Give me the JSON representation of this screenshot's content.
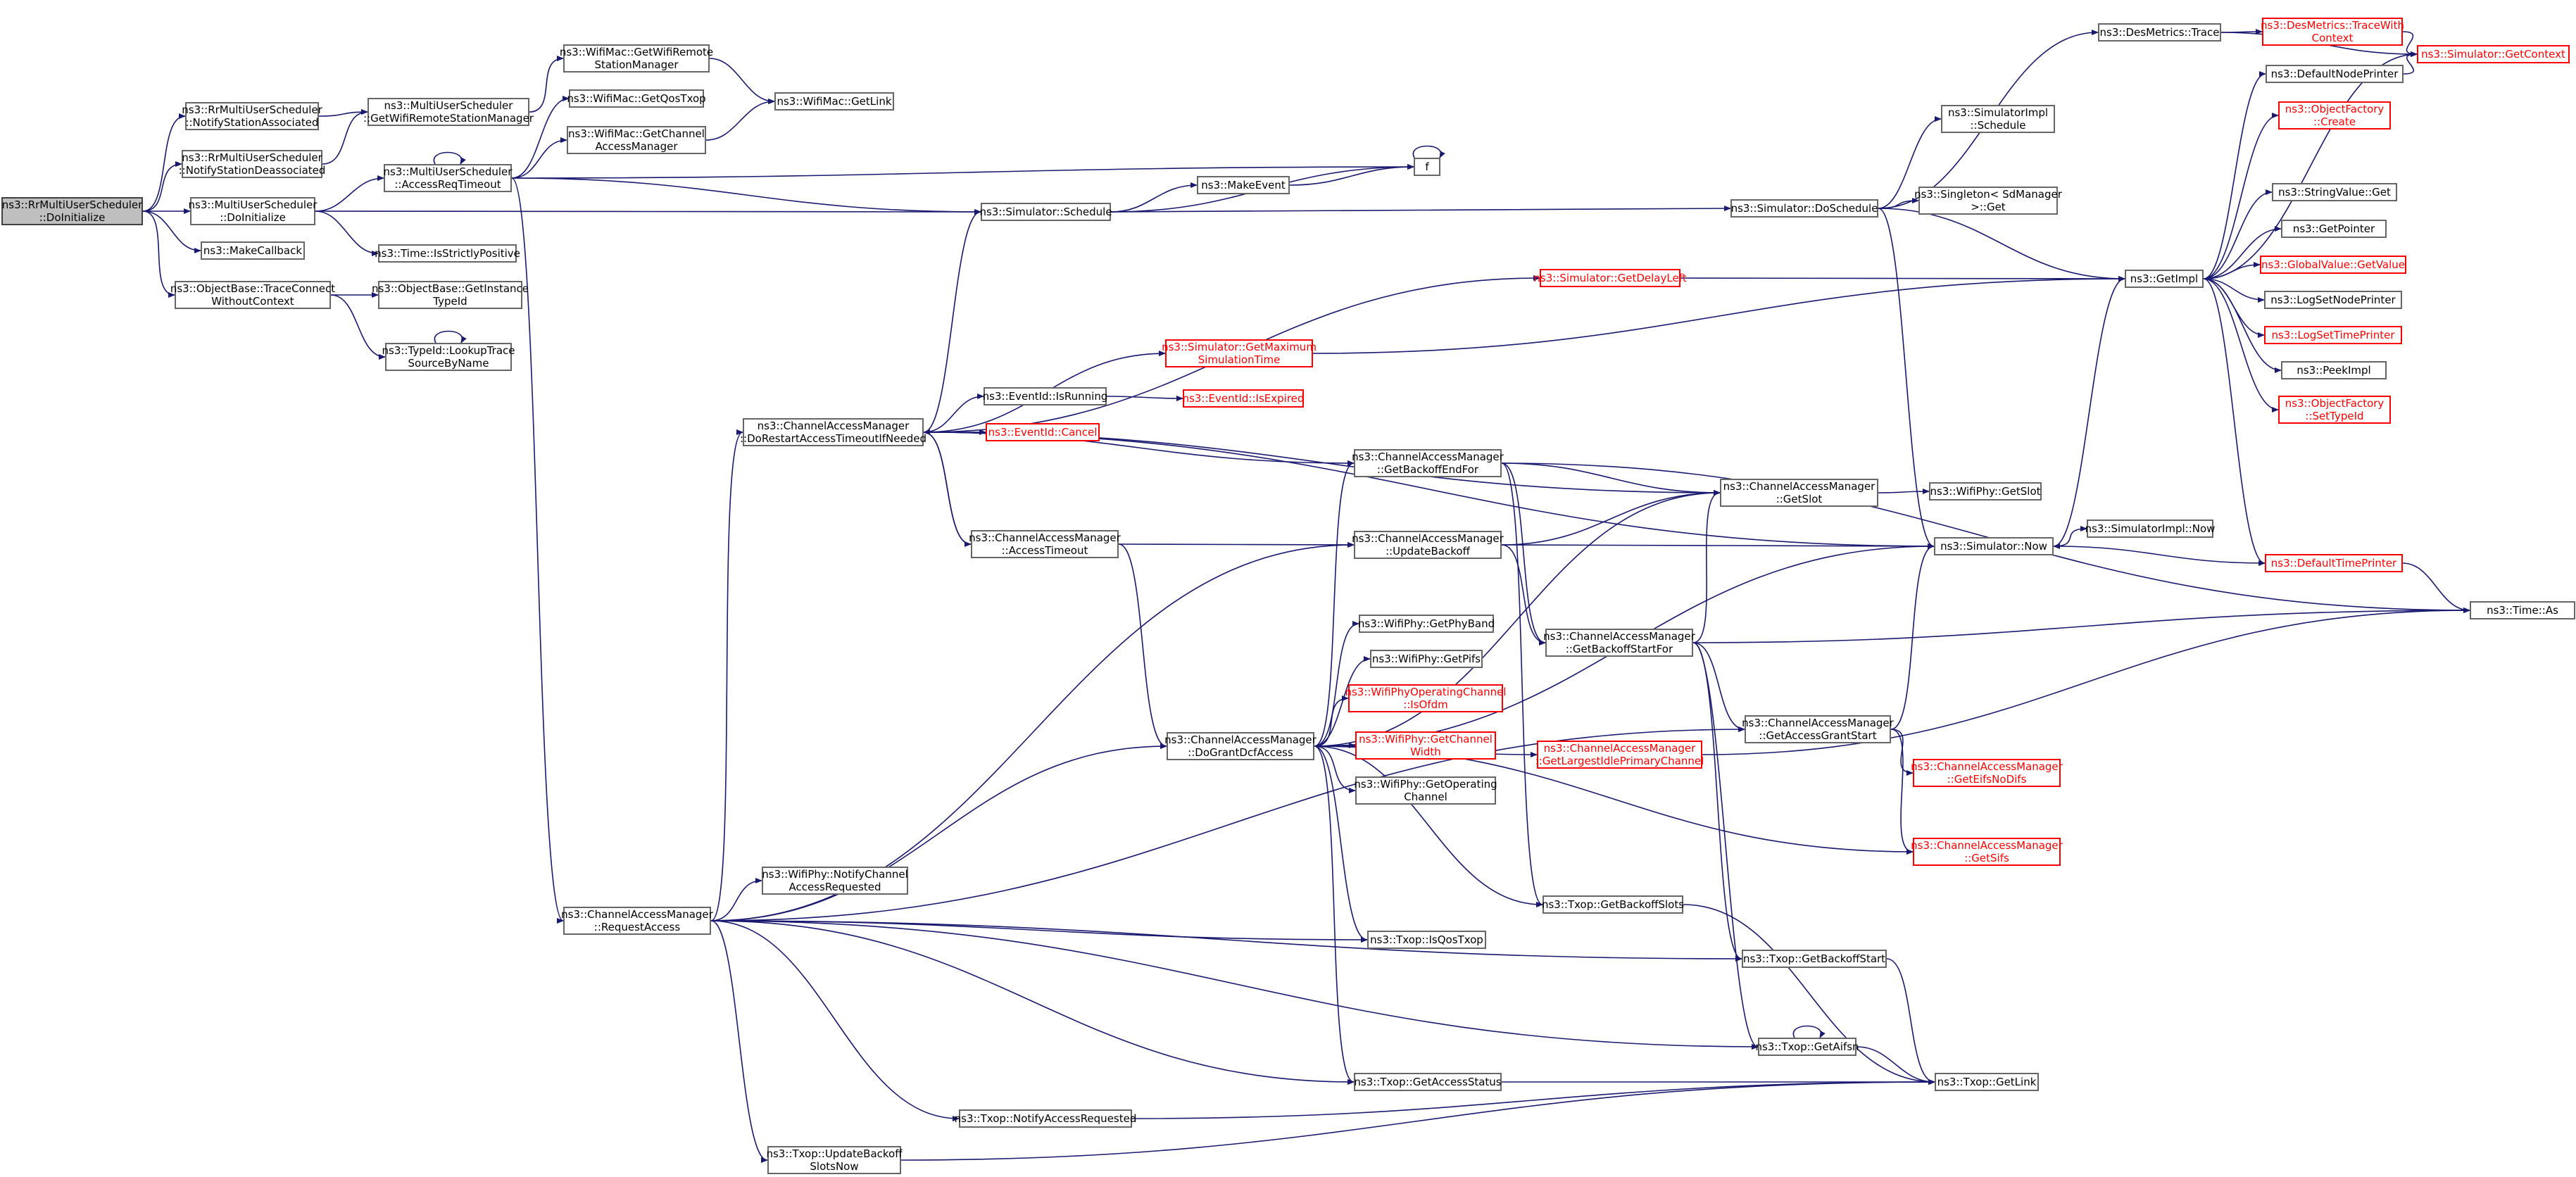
{
  "colors": {
    "edge": "#191970",
    "node_border": "#666666",
    "missing_border": "#ff0000",
    "root_fill": "#bfbfbf"
  },
  "nodes": {
    "root": {
      "lines": [
        "ns3::RrMultiUserScheduler",
        "::DoInitialize"
      ],
      "root": true
    },
    "rr_notify_assoc": {
      "lines": [
        "ns3::RrMultiUserScheduler",
        "::NotifyStationAssociated"
      ]
    },
    "rr_notify_deassoc": {
      "lines": [
        "ns3::RrMultiUserScheduler",
        "::NotifyStationDeassociated"
      ]
    },
    "mu_doinit": {
      "lines": [
        "ns3::MultiUserScheduler",
        "::DoInitialize"
      ]
    },
    "make_callback": {
      "lines": [
        "ns3::MakeCallback"
      ]
    },
    "trace_connect": {
      "lines": [
        "ns3::ObjectBase::TraceConnect",
        "WithoutContext"
      ]
    },
    "mu_getwifiremote": {
      "lines": [
        "ns3::MultiUserScheduler",
        "::GetWifiRemoteStationManager"
      ]
    },
    "mu_accessreqtimeout": {
      "lines": [
        "ns3::MultiUserScheduler",
        "::AccessReqTimeout"
      ]
    },
    "time_strictlypos": {
      "lines": [
        "ns3::Time::IsStrictlyPositive"
      ]
    },
    "objbase_getinstance": {
      "lines": [
        "ns3::ObjectBase::GetInstance",
        "TypeId"
      ]
    },
    "typeid_lookup": {
      "lines": [
        "ns3::TypeId::LookupTrace",
        "SourceByName"
      ]
    },
    "wifimac_getremote": {
      "lines": [
        "ns3::WifiMac::GetWifiRemote",
        "StationManager"
      ]
    },
    "wifimac_getqos": {
      "lines": [
        "ns3::WifiMac::GetQosTxop"
      ]
    },
    "wifimac_getchannel": {
      "lines": [
        "ns3::WifiMac::GetChannel",
        "AccessManager"
      ]
    },
    "wifimac_getlink": {
      "lines": [
        "ns3::WifiMac::GetLink"
      ]
    },
    "sim_schedule": {
      "lines": [
        "ns3::Simulator::Schedule"
      ]
    },
    "make_event": {
      "lines": [
        "ns3::MakeEvent"
      ]
    },
    "f": {
      "lines": [
        "f"
      ]
    },
    "cam_request": {
      "lines": [
        "ns3::ChannelAccessManager",
        "::RequestAccess"
      ]
    },
    "cam_dorestart": {
      "lines": [
        "ns3::ChannelAccessManager",
        "::DoRestartAccessTimeoutIfNeeded"
      ]
    },
    "cam_accesstimeout": {
      "lines": [
        "ns3::ChannelAccessManager",
        "::AccessTimeout"
      ]
    },
    "wifiphy_notify": {
      "lines": [
        "ns3::WifiPhy::NotifyChannel",
        "AccessRequested"
      ]
    },
    "txop_notify": {
      "lines": [
        "ns3::Txop::NotifyAccessRequested"
      ]
    },
    "txop_update": {
      "lines": [
        "ns3::Txop::UpdateBackoff",
        "SlotsNow"
      ]
    },
    "eventid_running": {
      "lines": [
        "ns3::EventId::IsRunning"
      ]
    },
    "eventid_cancel": {
      "lines": [
        "ns3::EventId::Cancel"
      ],
      "red": true
    },
    "eventid_expired": {
      "lines": [
        "ns3::EventId::IsExpired"
      ],
      "red": true
    },
    "sim_getmax": {
      "lines": [
        "ns3::Simulator::GetMaximum",
        "SimulationTime"
      ],
      "red": true
    },
    "sim_getdelay": {
      "lines": [
        "ns3::Simulator::GetDelayLeft"
      ],
      "red": true
    },
    "cam_backoffend": {
      "lines": [
        "ns3::ChannelAccessManager",
        "::GetBackoffEndFor"
      ]
    },
    "cam_updatebackoff": {
      "lines": [
        "ns3::ChannelAccessManager",
        "::UpdateBackoff"
      ]
    },
    "phy_getband": {
      "lines": [
        "ns3::WifiPhy::GetPhyBand"
      ]
    },
    "phy_getpifs": {
      "lines": [
        "ns3::WifiPhy::GetPifs"
      ]
    },
    "phy_isofdm": {
      "lines": [
        "ns3::WifiPhyOperatingChannel",
        "::IsOfdm"
      ],
      "red": true
    },
    "phy_getwidth": {
      "lines": [
        "ns3::WifiPhy::GetChannel",
        "Width"
      ],
      "red": true
    },
    "phy_getoperating": {
      "lines": [
        "ns3::WifiPhy::GetOperating",
        "Channel"
      ]
    },
    "cam_dogrant": {
      "lines": [
        "ns3::ChannelAccessManager",
        "::DoGrantDcfAccess"
      ]
    },
    "txop_isqos": {
      "lines": [
        "ns3::Txop::IsQosTxop"
      ]
    },
    "txop_getstatus": {
      "lines": [
        "ns3::Txop::GetAccessStatus"
      ]
    },
    "txop_getslots": {
      "lines": [
        "ns3::Txop::GetBackoffSlots"
      ]
    },
    "cam_backoffstart": {
      "lines": [
        "ns3::ChannelAccessManager",
        "::GetBackoffStartFor"
      ]
    },
    "cam_largestidle": {
      "lines": [
        "ns3::ChannelAccessManager",
        "::GetLargestIdlePrimaryChannel"
      ],
      "red": true
    },
    "cam_getslot": {
      "lines": [
        "ns3::ChannelAccessManager",
        "::GetSlot"
      ]
    },
    "wifiphy_getslot": {
      "lines": [
        "ns3::WifiPhy::GetSlot"
      ]
    },
    "sim_doschedule": {
      "lines": [
        "ns3::Simulator::DoSchedule"
      ]
    },
    "simimpl_schedule": {
      "lines": [
        "ns3::SimulatorImpl",
        "::Schedule"
      ]
    },
    "singleton_get": {
      "lines": [
        "ns3::Singleton< SdManager",
        ">::Get"
      ]
    },
    "desmetrics_trace": {
      "lines": [
        "ns3::DesMetrics::Trace"
      ]
    },
    "desmetrics_tracectx": {
      "lines": [
        "ns3::DesMetrics::TraceWith",
        "Context"
      ],
      "red": true
    },
    "sim_getcontext": {
      "lines": [
        "ns3::Simulator::GetContext"
      ],
      "red": true
    },
    "sim_now": {
      "lines": [
        "ns3::Simulator::Now"
      ]
    },
    "simimpl_now": {
      "lines": [
        "ns3::SimulatorImpl::Now"
      ]
    },
    "cam_grantstart": {
      "lines": [
        "ns3::ChannelAccessManager",
        "::GetAccessGrantStart"
      ]
    },
    "cam_geteifs": {
      "lines": [
        "ns3::ChannelAccessManager",
        "::GetEifsNoDifs"
      ],
      "red": true
    },
    "cam_getsifs": {
      "lines": [
        "ns3::ChannelAccessManager",
        "::GetSifs"
      ],
      "red": true
    },
    "txop_backoffstart": {
      "lines": [
        "ns3::Txop::GetBackoffStart"
      ]
    },
    "txop_getaifsn": {
      "lines": [
        "ns3::Txop::GetAifsn"
      ]
    },
    "txop_getlink": {
      "lines": [
        "ns3::Txop::GetLink"
      ]
    },
    "getimpl": {
      "lines": [
        "ns3::GetImpl"
      ]
    },
    "defaultnodeprinter": {
      "lines": [
        "ns3::DefaultNodePrinter"
      ]
    },
    "objfactory_create": {
      "lines": [
        "ns3::ObjectFactory",
        "::Create"
      ],
      "red": true
    },
    "stringvalue_get": {
      "lines": [
        "ns3::StringValue::Get"
      ]
    },
    "getpointer": {
      "lines": [
        "ns3::GetPointer"
      ]
    },
    "globalvalue_get": {
      "lines": [
        "ns3::GlobalValue::GetValue"
      ],
      "red": true
    },
    "lognodeprinter": {
      "lines": [
        "ns3::LogSetNodePrinter"
      ]
    },
    "logtimeprinter": {
      "lines": [
        "ns3::LogSetTimePrinter"
      ],
      "red": true
    },
    "peekimpl": {
      "lines": [
        "ns3::PeekImpl"
      ]
    },
    "objfactory_settype": {
      "lines": [
        "ns3::ObjectFactory",
        "::SetTypeId"
      ],
      "red": true
    },
    "defaulttimeprinter": {
      "lines": [
        "ns3::DefaultTimePrinter"
      ],
      "red": true
    },
    "time_as": {
      "lines": [
        "ns3::Time::As"
      ]
    }
  },
  "edges": [
    [
      "root",
      "rr_notify_assoc"
    ],
    [
      "root",
      "rr_notify_deassoc"
    ],
    [
      "root",
      "mu_doinit"
    ],
    [
      "root",
      "make_callback"
    ],
    [
      "root",
      "trace_connect"
    ],
    [
      "rr_notify_assoc",
      "mu_getwifiremote"
    ],
    [
      "rr_notify_deassoc",
      "mu_getwifiremote"
    ],
    [
      "mu_doinit",
      "mu_accessreqtimeout"
    ],
    [
      "mu_doinit",
      "sim_schedule"
    ],
    [
      "mu_doinit",
      "time_strictlypos"
    ],
    [
      "trace_connect",
      "objbase_getinstance"
    ],
    [
      "trace_connect",
      "typeid_lookup"
    ],
    [
      "mu_getwifiremote",
      "wifimac_getremote"
    ],
    [
      "wifimac_getremote",
      "wifimac_getlink"
    ],
    [
      "mu_accessreqtimeout",
      "wifimac_getqos"
    ],
    [
      "mu_accessreqtimeout",
      "wifimac_getchannel"
    ],
    [
      "mu_accessreqtimeout",
      "sim_schedule"
    ],
    [
      "mu_accessreqtimeout",
      "cam_request"
    ],
    [
      "mu_accessreqtimeout",
      "f"
    ],
    [
      "wifimac_getchannel",
      "wifimac_getlink"
    ],
    [
      "sim_schedule",
      "make_event"
    ],
    [
      "sim_schedule",
      "f"
    ],
    [
      "sim_schedule",
      "sim_doschedule"
    ],
    [
      "make_event",
      "f"
    ],
    [
      "cam_request",
      "cam_dorestart"
    ],
    [
      "cam_request",
      "wifiphy_notify"
    ],
    [
      "cam_request",
      "cam_dogrant"
    ],
    [
      "cam_request",
      "cam_updatebackoff"
    ],
    [
      "cam_request",
      "txop_isqos"
    ],
    [
      "cam_request",
      "txop_getstatus"
    ],
    [
      "cam_request",
      "txop_notify"
    ],
    [
      "cam_request",
      "txop_update"
    ],
    [
      "cam_request",
      "cam_grantstart"
    ],
    [
      "cam_request",
      "txop_backoffstart"
    ],
    [
      "cam_request",
      "txop_getaifsn"
    ],
    [
      "cam_dorestart",
      "sim_schedule"
    ],
    [
      "cam_dorestart",
      "eventid_running"
    ],
    [
      "cam_dorestart",
      "eventid_cancel"
    ],
    [
      "cam_dorestart",
      "sim_getmax"
    ],
    [
      "cam_dorestart",
      "sim_getdelay"
    ],
    [
      "cam_dorestart",
      "cam_backoffend"
    ],
    [
      "cam_dorestart",
      "cam_accesstimeout"
    ],
    [
      "cam_dorestart",
      "sim_now"
    ],
    [
      "cam_dorestart",
      "cam_getslot"
    ],
    [
      "cam_accesstimeout",
      "cam_dorestart"
    ],
    [
      "cam_accesstimeout",
      "cam_updatebackoff"
    ],
    [
      "cam_accesstimeout",
      "cam_dogrant"
    ],
    [
      "eventid_running",
      "eventid_expired"
    ],
    [
      "sim_getmax",
      "getimpl"
    ],
    [
      "sim_getdelay",
      "getimpl"
    ],
    [
      "cam_backoffend",
      "cam_getslot"
    ],
    [
      "cam_backoffend",
      "cam_backoffstart"
    ],
    [
      "cam_backoffend",
      "txop_getslots"
    ],
    [
      "cam_backoffend",
      "time_as"
    ],
    [
      "cam_updatebackoff",
      "sim_now"
    ],
    [
      "cam_updatebackoff",
      "cam_getslot"
    ],
    [
      "cam_updatebackoff",
      "cam_backoffstart"
    ],
    [
      "cam_dogrant",
      "phy_getband"
    ],
    [
      "cam_dogrant",
      "phy_getpifs"
    ],
    [
      "cam_dogrant",
      "phy_isofdm"
    ],
    [
      "cam_dogrant",
      "phy_getwidth"
    ],
    [
      "cam_dogrant",
      "phy_getoperating"
    ],
    [
      "cam_dogrant",
      "cam_backoffend"
    ],
    [
      "cam_dogrant",
      "cam_getslot"
    ],
    [
      "cam_dogrant",
      "sim_now"
    ],
    [
      "cam_dogrant",
      "cam_largestidle"
    ],
    [
      "cam_dogrant",
      "cam_getsifs"
    ],
    [
      "cam_dogrant",
      "txop_getslots"
    ],
    [
      "cam_dogrant",
      "txop_isqos"
    ],
    [
      "cam_dogrant",
      "txop_getstatus"
    ],
    [
      "cam_backoffstart",
      "cam_getslot"
    ],
    [
      "cam_backoffstart",
      "cam_grantstart"
    ],
    [
      "cam_backoffstart",
      "txop_backoffstart"
    ],
    [
      "cam_backoffstart",
      "txop_getaifsn"
    ],
    [
      "cam_backoffstart",
      "time_as"
    ],
    [
      "cam_largestidle",
      "time_as"
    ],
    [
      "cam_getslot",
      "wifiphy_getslot"
    ],
    [
      "sim_doschedule",
      "simimpl_schedule"
    ],
    [
      "sim_doschedule",
      "singleton_get"
    ],
    [
      "sim_doschedule",
      "desmetrics_trace"
    ],
    [
      "sim_doschedule",
      "getimpl"
    ],
    [
      "sim_doschedule",
      "sim_now"
    ],
    [
      "desmetrics_trace",
      "desmetrics_tracectx"
    ],
    [
      "desmetrics_trace",
      "sim_getcontext"
    ],
    [
      "desmetrics_tracectx",
      "sim_getcontext"
    ],
    [
      "sim_now",
      "simimpl_now"
    ],
    [
      "sim_now",
      "getimpl"
    ],
    [
      "cam_grantstart",
      "sim_now"
    ],
    [
      "cam_grantstart",
      "cam_geteifs"
    ],
    [
      "cam_grantstart",
      "cam_getsifs"
    ],
    [
      "txop_getslots",
      "txop_getlink"
    ],
    [
      "txop_backoffstart",
      "txop_getlink"
    ],
    [
      "txop_getaifsn",
      "txop_getlink"
    ],
    [
      "txop_getstatus",
      "txop_getlink"
    ],
    [
      "txop_notify",
      "txop_getlink"
    ],
    [
      "txop_update",
      "txop_getlink"
    ],
    [
      "getimpl",
      "defaultnodeprinter"
    ],
    [
      "getimpl",
      "objfactory_create"
    ],
    [
      "getimpl",
      "stringvalue_get"
    ],
    [
      "getimpl",
      "getpointer"
    ],
    [
      "getimpl",
      "globalvalue_get"
    ],
    [
      "getimpl",
      "lognodeprinter"
    ],
    [
      "getimpl",
      "logtimeprinter"
    ],
    [
      "getimpl",
      "peekimpl"
    ],
    [
      "getimpl",
      "objfactory_settype"
    ],
    [
      "getimpl",
      "defaulttimeprinter"
    ],
    [
      "getimpl",
      "sim_getcontext"
    ],
    [
      "defaultnodeprinter",
      "sim_getcontext"
    ],
    [
      "defaulttimeprinter",
      "sim_now"
    ],
    [
      "defaulttimeprinter",
      "time_as"
    ]
  ],
  "self_loops": [
    "mu_accessreqtimeout",
    "typeid_lookup",
    "f",
    "txop_getaifsn"
  ]
}
